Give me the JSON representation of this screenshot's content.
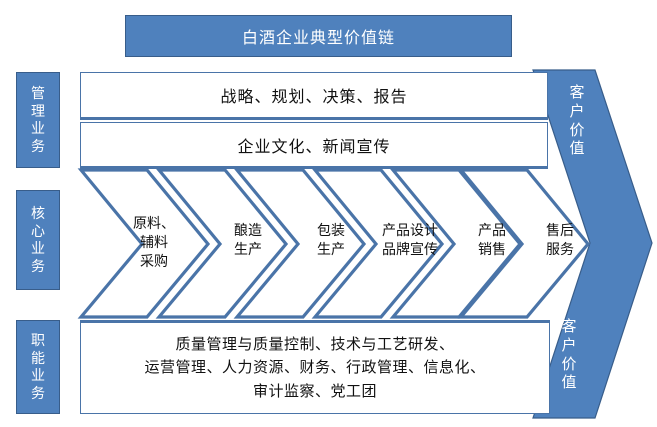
{
  "title": {
    "text": "白酒企业典型价值链"
  },
  "categories": [
    {
      "id": "management",
      "label": "管理业务"
    },
    {
      "id": "core",
      "label": "核心业务"
    },
    {
      "id": "functional",
      "label": "职能业务"
    }
  ],
  "management_rows": [
    {
      "text": "战略、规划、决策、报告"
    },
    {
      "text": "企业文化、新闻宣传"
    }
  ],
  "core_chevrons": [
    {
      "label": "原料、\n辅料\n采购"
    },
    {
      "label": "酿造\n生产"
    },
    {
      "label": "包装\n生产"
    },
    {
      "label": "产品设计\n品牌宣传"
    },
    {
      "label": "产品\n销售"
    },
    {
      "label": "售后\n服务"
    }
  ],
  "functional_rows": [
    {
      "text": "质量管理与质量控制、技术与工艺研发、"
    },
    {
      "text": "运营管理、人力资源、财务、行政管理、信息化、"
    },
    {
      "text": "审计监察、党工团"
    }
  ],
  "customer_value": {
    "top_label": "客户价值",
    "bottom_label": "客户价值"
  },
  "colors": {
    "accent_fill": "#4f81bd",
    "accent_border": "#385d8a",
    "outline": "#4a74a8",
    "text_light": "#ffffff",
    "text_dark": "#111111",
    "background": "#ffffff"
  }
}
